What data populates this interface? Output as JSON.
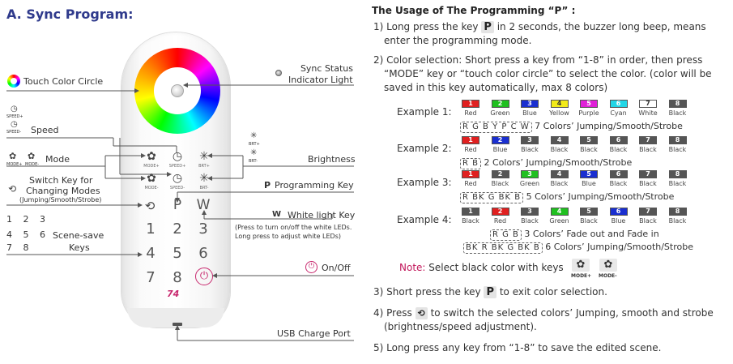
{
  "left": {
    "title": "A. Sync Program:",
    "labels": {
      "touch_color_circle": "Touch Color Circle",
      "sync_status": "Sync Status",
      "indicator_light": "Indicator Light",
      "speed": "Speed",
      "speed_plus": "SPEED+",
      "speed_minus": "SPEED-",
      "brightness": "Brightness",
      "brt_plus": "BRT+",
      "brt_minus": "BRT-",
      "mode": "Mode",
      "mode_plus": "MODE+",
      "mode_minus": "MODE-",
      "switch_key_line1": "Switch Key for",
      "switch_key_line2": "Changing Modes",
      "switch_key_line3": "(Jumping/Smooth/Strobe)",
      "programming_key_p": "P",
      "programming_key": "Programming Key",
      "white_key_w": "W",
      "white_light_key": "White light Key",
      "white_note_1": "(Press to turn on/off the white LEDs.",
      "white_note_2": "Long press to adjust white LEDs)",
      "scene_nums_row1": [
        "1",
        "2",
        "3"
      ],
      "scene_nums_row2": [
        "4",
        "5",
        "6"
      ],
      "scene_nums_row3": [
        "7",
        "8"
      ],
      "scene_save_1": "Scene-save",
      "scene_save_2": "Keys",
      "on_off": "On/Off",
      "usb_charge_port": "USB Charge Port"
    },
    "remote": {
      "keys_row1": [
        "P",
        "W"
      ],
      "keys_row2": [
        "1",
        "2",
        "3"
      ],
      "keys_row3": [
        "4",
        "5",
        "6"
      ],
      "keys_row4": [
        "7",
        "8"
      ],
      "logo": "74"
    },
    "icons": {
      "color_circle": "color-ring-icon",
      "sync_light": "led-dot-icon",
      "speed": "clock-icon",
      "brightness": "sun-icon",
      "mode": "flower-icon",
      "switch": "cycle-icon",
      "power": "power-icon"
    }
  },
  "right": {
    "title": "The Usage of The Programming “P” :",
    "step1_a": "1) Long press the key",
    "step1_key": "P",
    "step1_b": "in 2 seconds, the buzzer long beep, means",
    "step1_c": "enter the programming mode.",
    "step2_a": "2) Color selection: Short press a key from “1-8” in order, then press",
    "step2_b": "“MODE” key or “touch color circle” to select the color. (color will be",
    "step2_c": "saved in this key automatically, max 8 colors)",
    "examples": [
      {
        "label": "Example 1:",
        "swatches": [
          {
            "n": "1",
            "name": "Red",
            "color": "#e02020"
          },
          {
            "n": "2",
            "name": "Green",
            "color": "#20c020"
          },
          {
            "n": "3",
            "name": "Blue",
            "color": "#1a2fd0"
          },
          {
            "n": "4",
            "name": "Yellow",
            "color": "#f2ea18"
          },
          {
            "n": "5",
            "name": "Purple",
            "color": "#e020d8"
          },
          {
            "n": "6",
            "name": "Cyan",
            "color": "#22d6e6"
          },
          {
            "n": "7",
            "name": "White",
            "color": "#ffffff"
          },
          {
            "n": "8",
            "name": "Black",
            "color": "#555555"
          }
        ],
        "codes": [
          "R G B Y P C W"
        ],
        "desc": "7 Colors’ Jumping/Smooth/Strobe"
      },
      {
        "label": "Example 2:",
        "swatches": [
          {
            "n": "1",
            "name": "Red",
            "color": "#e02020"
          },
          {
            "n": "2",
            "name": "Blue",
            "color": "#1a2fd0"
          },
          {
            "n": "3",
            "name": "Black",
            "color": "#555555"
          },
          {
            "n": "4",
            "name": "Black",
            "color": "#555555"
          },
          {
            "n": "5",
            "name": "Black",
            "color": "#555555"
          },
          {
            "n": "6",
            "name": "Black",
            "color": "#555555"
          },
          {
            "n": "7",
            "name": "Black",
            "color": "#555555"
          },
          {
            "n": "8",
            "name": "Black",
            "color": "#555555"
          }
        ],
        "codes": [
          "R B"
        ],
        "desc": "2 Colors’ Jumping/Smooth/Strobe"
      },
      {
        "label": "Example 3:",
        "swatches": [
          {
            "n": "1",
            "name": "Red",
            "color": "#e02020"
          },
          {
            "n": "2",
            "name": "Black",
            "color": "#555555"
          },
          {
            "n": "3",
            "name": "Green",
            "color": "#20c020"
          },
          {
            "n": "4",
            "name": "Black",
            "color": "#555555"
          },
          {
            "n": "5",
            "name": "Blue",
            "color": "#1a2fd0"
          },
          {
            "n": "6",
            "name": "Black",
            "color": "#555555"
          },
          {
            "n": "7",
            "name": "Black",
            "color": "#555555"
          },
          {
            "n": "8",
            "name": "Black",
            "color": "#555555"
          }
        ],
        "codes": [
          "R BK G BK B"
        ],
        "desc": "5 Colors’ Jumping/Smooth/Strobe"
      },
      {
        "label": "Example 4:",
        "swatches": [
          {
            "n": "1",
            "name": "Black",
            "color": "#555555"
          },
          {
            "n": "2",
            "name": "Red",
            "color": "#e02020"
          },
          {
            "n": "3",
            "name": "Black",
            "color": "#555555"
          },
          {
            "n": "4",
            "name": "Green",
            "color": "#20c020"
          },
          {
            "n": "5",
            "name": "Black",
            "color": "#555555"
          },
          {
            "n": "6",
            "name": "Blue",
            "color": "#1a2fd0"
          },
          {
            "n": "7",
            "name": "Black",
            "color": "#555555"
          },
          {
            "n": "8",
            "name": "Black",
            "color": "#555555"
          }
        ],
        "codes": [
          "R G B",
          "BK R BK G BK B"
        ],
        "desc": "3 Colors’ Fade out and Fade in",
        "desc2": "6 Colors’ Jumping/Smooth/Strobe"
      }
    ],
    "note_label": "Note:",
    "note_text": "Select black color with keys",
    "note_mode_plus": "MODE+",
    "note_mode_minus": "MODE-",
    "step3_a": "3) Short press the key",
    "step3_key": "P",
    "step3_b": "to exit color selection.",
    "step4_a": "4) Press",
    "step4_b": "to switch the selected colors’ Jumping, smooth and strobe",
    "step4_c": "(brightness/speed adjustment).",
    "step5": "5) Long press any key from “1-8” to save the edited scene."
  },
  "colors": {
    "title_blue": "#2f3a8c",
    "accent_magenta": "#c8286e",
    "note_red": "#c2185b"
  }
}
